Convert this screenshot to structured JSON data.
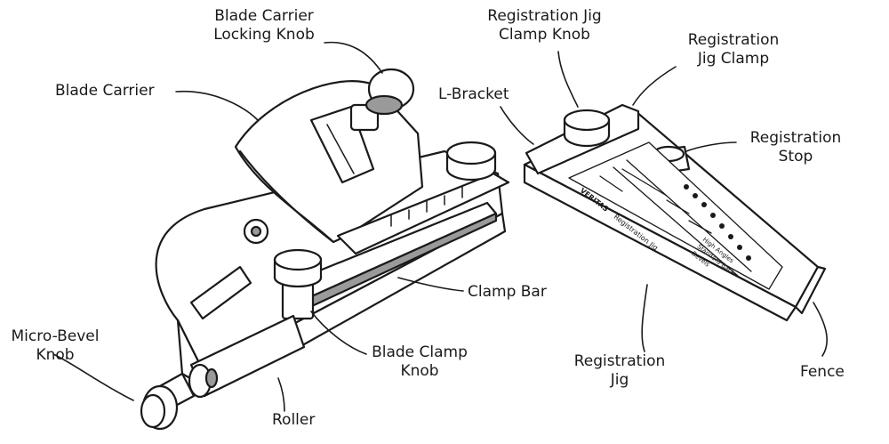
{
  "labels": {
    "blade_carrier_locking_knob": [
      "Blade Carrier",
      "Locking Knob"
    ],
    "blade_carrier": "Blade Carrier",
    "registration_jig_clamp_knob": [
      "Registration Jig",
      "Clamp Knob"
    ],
    "registration_jig_clamp": [
      "Registration",
      "Jig Clamp"
    ],
    "l_bracket": "L-Bracket",
    "registration_stop": [
      "Registration",
      "Stop"
    ],
    "clamp_bar": "Clamp Bar",
    "micro_bevel_knob": [
      "Micro-Bevel",
      "Knob"
    ],
    "blade_clamp_knob": [
      "Blade Clamp",
      "Knob"
    ],
    "registration_jig": [
      "Registration",
      "Jig"
    ],
    "fence": "Fence",
    "roller": "Roller"
  },
  "jig_plate": {
    "brand": "VERITAS",
    "title": "Registration Jig",
    "legend": [
      "High Angles",
      "Standard Back",
      "Bevels"
    ]
  },
  "colors": {
    "line": "#1a1a1a",
    "fill": "#ffffff",
    "shade": "#9a9a9a"
  }
}
